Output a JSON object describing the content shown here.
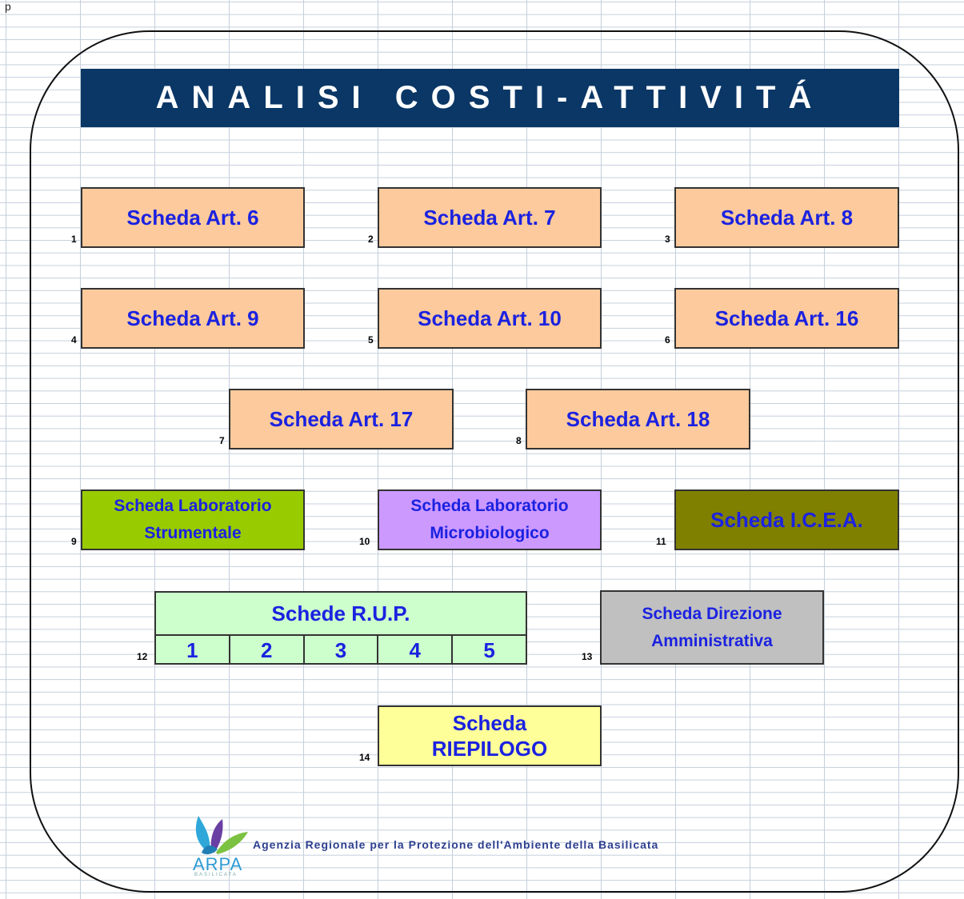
{
  "corner_label": "p",
  "title": "ANALISI COSTI-ATTIVITÁ",
  "colors": {
    "title_bg": "#0a3766",
    "art_bg": "#fcca9c",
    "lab_strumentale_bg": "#99cc00",
    "lab_microbiologico_bg": "#cc99ff",
    "icea_bg": "#808000",
    "rup_bg": "#ccffcc",
    "direzione_bg": "#c0c0c0",
    "riepilogo_bg": "#ffff99",
    "text_blue": "#1b22e0"
  },
  "buttons": [
    {
      "num": "1",
      "label": "Scheda Art. 6"
    },
    {
      "num": "2",
      "label": "Scheda Art. 7"
    },
    {
      "num": "3",
      "label": "Scheda Art. 8"
    },
    {
      "num": "4",
      "label": "Scheda Art. 9"
    },
    {
      "num": "5",
      "label": "Scheda Art. 10"
    },
    {
      "num": "6",
      "label": "Scheda Art. 16"
    },
    {
      "num": "7",
      "label": "Scheda Art. 17"
    },
    {
      "num": "8",
      "label": "Scheda Art. 18"
    },
    {
      "num": "9",
      "label_line1": "Scheda Laboratorio",
      "label_line2": "Strumentale"
    },
    {
      "num": "10",
      "label_line1": "Scheda Laboratorio",
      "label_line2": "Microbiologico"
    },
    {
      "num": "11",
      "label": "Scheda I.C.E.A."
    }
  ],
  "rup": {
    "num": "12",
    "header": "Schede R.U.P.",
    "cells": [
      "1",
      "2",
      "3",
      "4",
      "5"
    ]
  },
  "direzione": {
    "num": "13",
    "label_line1": "Scheda Direzione",
    "label_line2": "Amministrativa"
  },
  "riepilogo": {
    "num": "14",
    "label_line1": "Scheda",
    "label_line2": "RIEPILOGO"
  },
  "footer": {
    "text": "Agenzia Regionale per la Protezione dell'Ambiente della Basilicata",
    "logo_text": "ARPA",
    "logo_subtext": "BASILICATA"
  }
}
